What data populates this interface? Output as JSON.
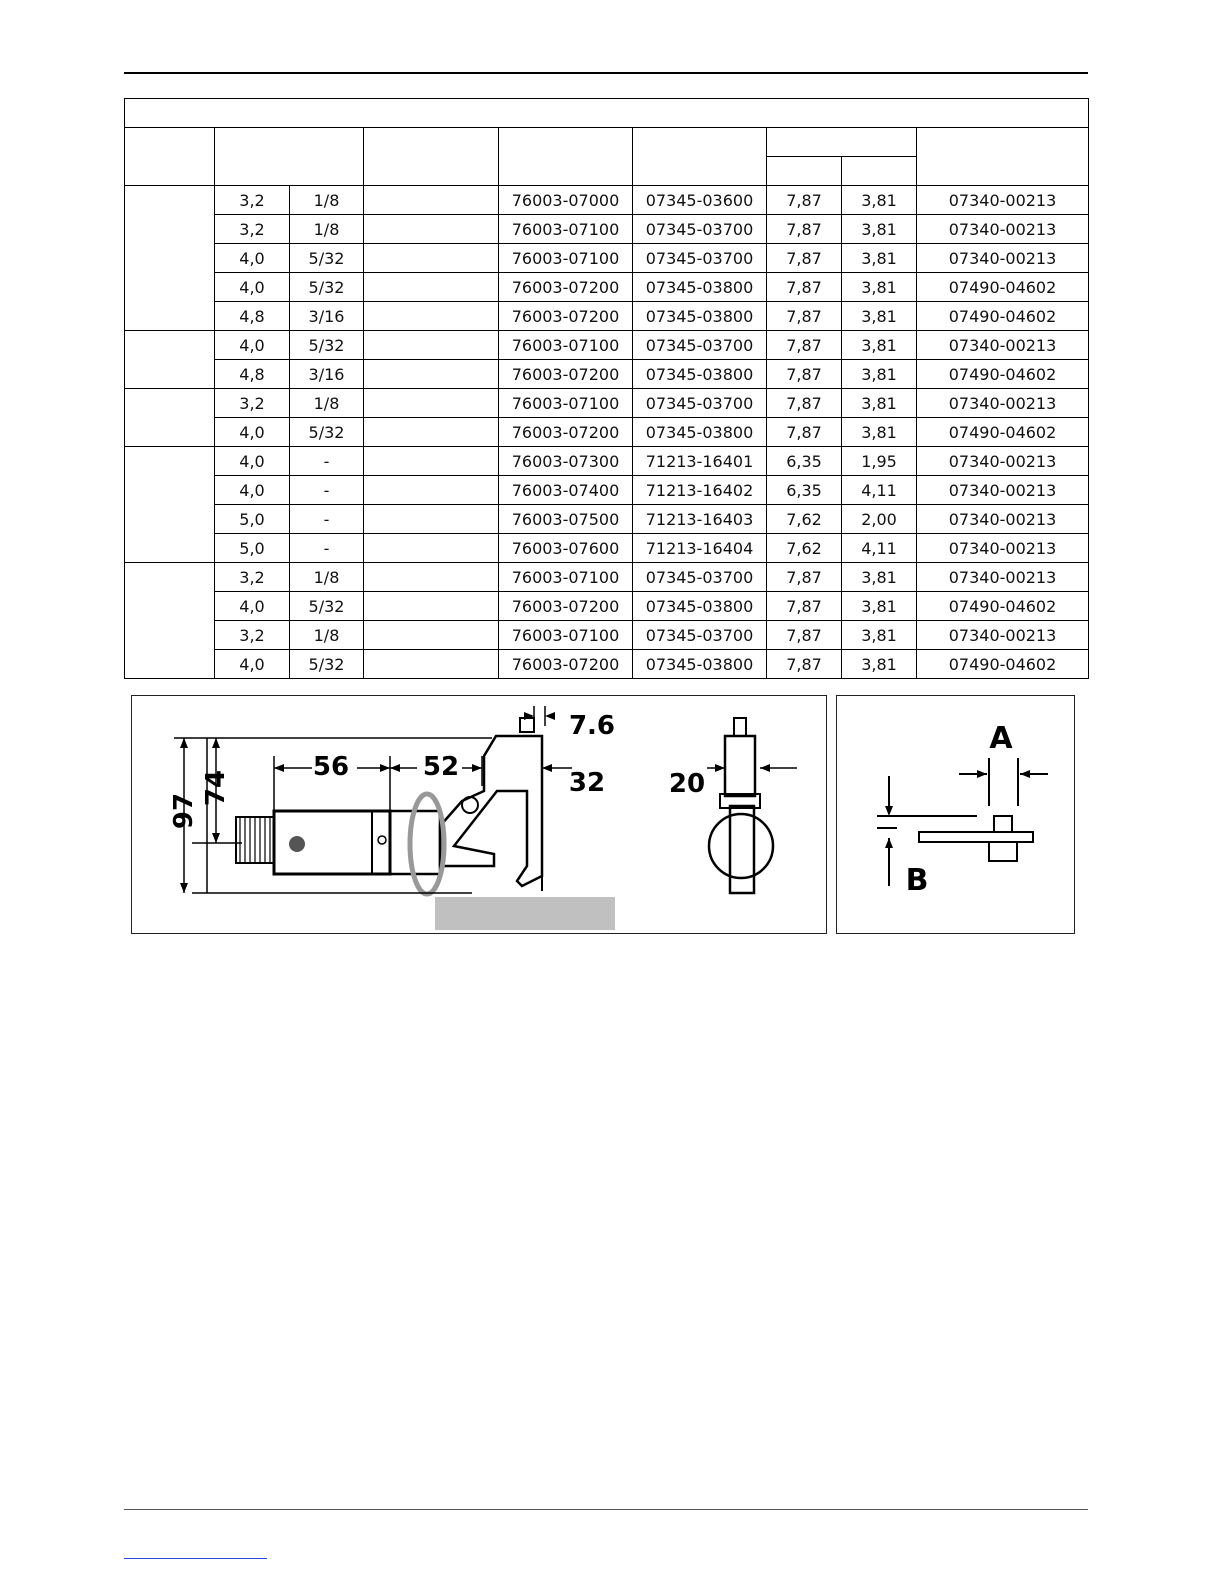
{
  "table": {
    "rows": [
      {
        "mm": "3,2",
        "inch": "1/8",
        "part_a": "76003-07000",
        "part_b": "07345-03600",
        "dim_1": "7,87",
        "dim_2": "3,81",
        "part_c": "07340-00213"
      },
      {
        "mm": "3,2",
        "inch": "1/8",
        "part_a": "76003-07100",
        "part_b": "07345-03700",
        "dim_1": "7,87",
        "dim_2": "3,81",
        "part_c": "07340-00213"
      },
      {
        "mm": "4,0",
        "inch": "5/32",
        "part_a": "76003-07100",
        "part_b": "07345-03700",
        "dim_1": "7,87",
        "dim_2": "3,81",
        "part_c": "07340-00213"
      },
      {
        "mm": "4,0",
        "inch": "5/32",
        "part_a": "76003-07200",
        "part_b": "07345-03800",
        "dim_1": "7,87",
        "dim_2": "3,81",
        "part_c": "07490-04602"
      },
      {
        "mm": "4,8",
        "inch": "3/16",
        "part_a": "76003-07200",
        "part_b": "07345-03800",
        "dim_1": "7,87",
        "dim_2": "3,81",
        "part_c": "07490-04602"
      },
      {
        "mm": "4,0",
        "inch": "5/32",
        "part_a": "76003-07100",
        "part_b": "07345-03700",
        "dim_1": "7,87",
        "dim_2": "3,81",
        "part_c": "07340-00213"
      },
      {
        "mm": "4,8",
        "inch": "3/16",
        "part_a": "76003-07200",
        "part_b": "07345-03800",
        "dim_1": "7,87",
        "dim_2": "3,81",
        "part_c": "07490-04602"
      },
      {
        "mm": "3,2",
        "inch": "1/8",
        "part_a": "76003-07100",
        "part_b": "07345-03700",
        "dim_1": "7,87",
        "dim_2": "3,81",
        "part_c": "07340-00213"
      },
      {
        "mm": "4,0",
        "inch": "5/32",
        "part_a": "76003-07200",
        "part_b": "07345-03800",
        "dim_1": "7,87",
        "dim_2": "3,81",
        "part_c": "07490-04602"
      },
      {
        "mm": "4,0",
        "inch": "-",
        "part_a": "76003-07300",
        "part_b": "71213-16401",
        "dim_1": "6,35",
        "dim_2": "1,95",
        "part_c": "07340-00213"
      },
      {
        "mm": "4,0",
        "inch": "-",
        "part_a": "76003-07400",
        "part_b": "71213-16402",
        "dim_1": "6,35",
        "dim_2": "4,11",
        "part_c": "07340-00213"
      },
      {
        "mm": "5,0",
        "inch": "-",
        "part_a": "76003-07500",
        "part_b": "71213-16403",
        "dim_1": "7,62",
        "dim_2": "2,00",
        "part_c": "07340-00213"
      },
      {
        "mm": "5,0",
        "inch": "-",
        "part_a": "76003-07600",
        "part_b": "71213-16404",
        "dim_1": "7,62",
        "dim_2": "4,11",
        "part_c": "07340-00213"
      },
      {
        "mm": "3,2",
        "inch": "1/8",
        "part_a": "76003-07100",
        "part_b": "07345-03700",
        "dim_1": "7,87",
        "dim_2": "3,81",
        "part_c": "07340-00213"
      },
      {
        "mm": "4,0",
        "inch": "5/32",
        "part_a": "76003-07200",
        "part_b": "07345-03800",
        "dim_1": "7,87",
        "dim_2": "3,81",
        "part_c": "07490-04602"
      },
      {
        "mm": "3,2",
        "inch": "1/8",
        "part_a": "76003-07100",
        "part_b": "07345-03700",
        "dim_1": "7,87",
        "dim_2": "3,81",
        "part_c": "07340-00213"
      },
      {
        "mm": "4,0",
        "inch": "5/32",
        "part_a": "76003-07200",
        "part_b": "07345-03800",
        "dim_1": "7,87",
        "dim_2": "3,81",
        "part_c": "07490-04602"
      }
    ]
  },
  "figure": {
    "dim_56": "56",
    "dim_52": "52",
    "dim_7_6": "7.6",
    "dim_32": "32",
    "dim_20": "20",
    "dim_97": "97",
    "dim_74": "74",
    "label_a": "A",
    "label_b": "B"
  }
}
